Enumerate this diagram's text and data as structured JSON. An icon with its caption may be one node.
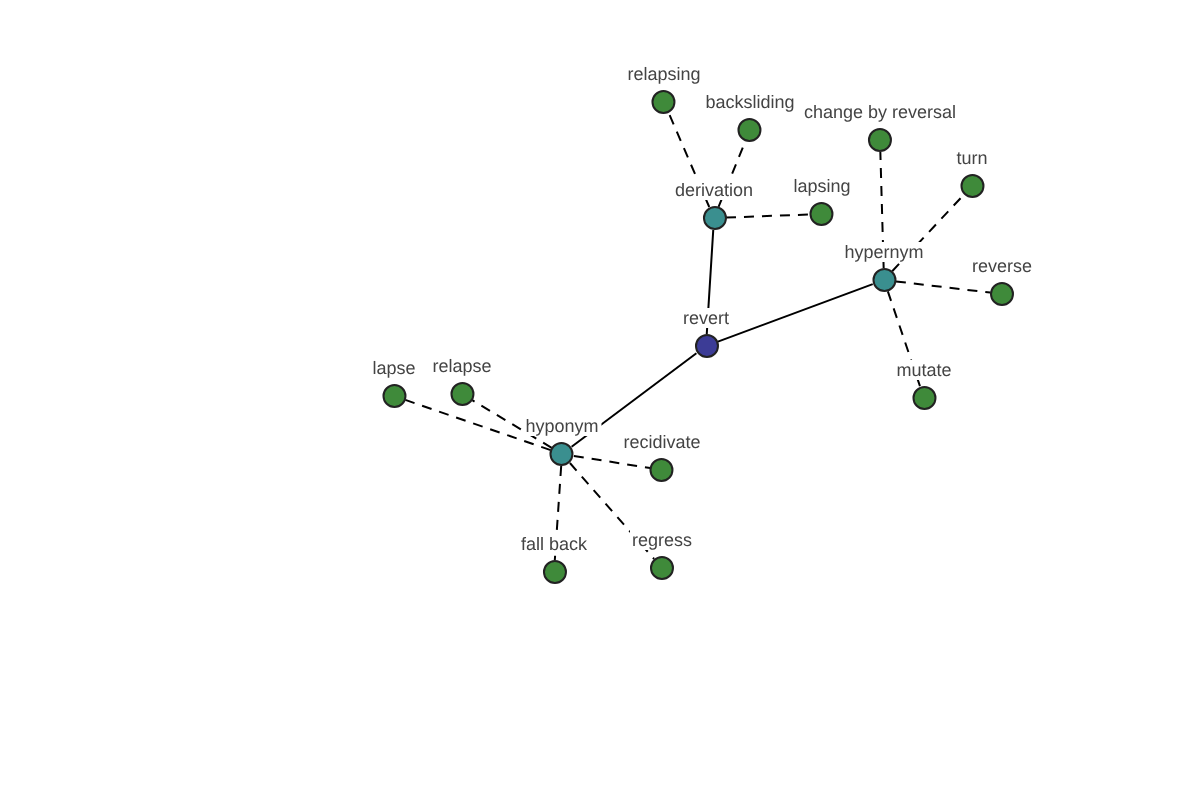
{
  "diagram": {
    "nodes": [
      {
        "text": [
          "relapsing"
        ]
      },
      {
        "text": [
          "backsliding"
        ]
      },
      {
        "text": [
          "change by reversal"
        ]
      },
      {
        "text": [
          "turn"
        ]
      },
      {
        "text": [
          "derivation"
        ]
      },
      {
        "text": [
          "lapsing"
        ]
      },
      {
        "text": [
          "hypernym"
        ]
      },
      {
        "text": [
          "reverse"
        ]
      },
      {
        "text": [
          "revert"
        ]
      },
      {
        "text": [
          "lapse"
        ]
      },
      {
        "text": [
          "relapse"
        ]
      },
      {
        "text": [
          "mutate"
        ]
      },
      {
        "text": [
          "hyponym"
        ]
      },
      {
        "text": [
          "recidivate"
        ]
      },
      {
        "text": [
          "fall back"
        ]
      },
      {
        "text": [
          "regress"
        ]
      }
    ],
    "edges": [
      {
        "from": 8,
        "to": 4,
        "arrow": "none"
      },
      {
        "from": 8,
        "to": 6,
        "arrow": "none"
      },
      {
        "from": 8,
        "to": 12,
        "arrow": "none"
      },
      {
        "from": 4,
        "to": 0,
        "arrow": "none",
        "style": "dashed"
      },
      {
        "from": 4,
        "to": 1,
        "arrow": "none",
        "style": "dashed"
      },
      {
        "from": 4,
        "to": 5,
        "arrow": "none",
        "style": "dashed"
      },
      {
        "from": 6,
        "to": 2,
        "arrow": "none",
        "style": "dashed"
      },
      {
        "from": 6,
        "to": 3,
        "arrow": "none",
        "style": "dashed"
      },
      {
        "from": 6,
        "to": 7,
        "arrow": "none",
        "style": "dashed"
      },
      {
        "from": 6,
        "to": 11,
        "arrow": "none",
        "style": "dashed"
      },
      {
        "from": 12,
        "to": 9,
        "arrow": "none",
        "style": "dashed"
      },
      {
        "from": 12,
        "to": 10,
        "arrow": "none",
        "style": "dashed"
      },
      {
        "from": 12,
        "to": 13,
        "arrow": "none",
        "style": "dashed"
      },
      {
        "from": 12,
        "to": 14,
        "arrow": "none",
        "style": "dashed"
      },
      {
        "from": 12,
        "to": 15,
        "arrow": "none",
        "style": "dashed"
      }
    ]
  }
}
